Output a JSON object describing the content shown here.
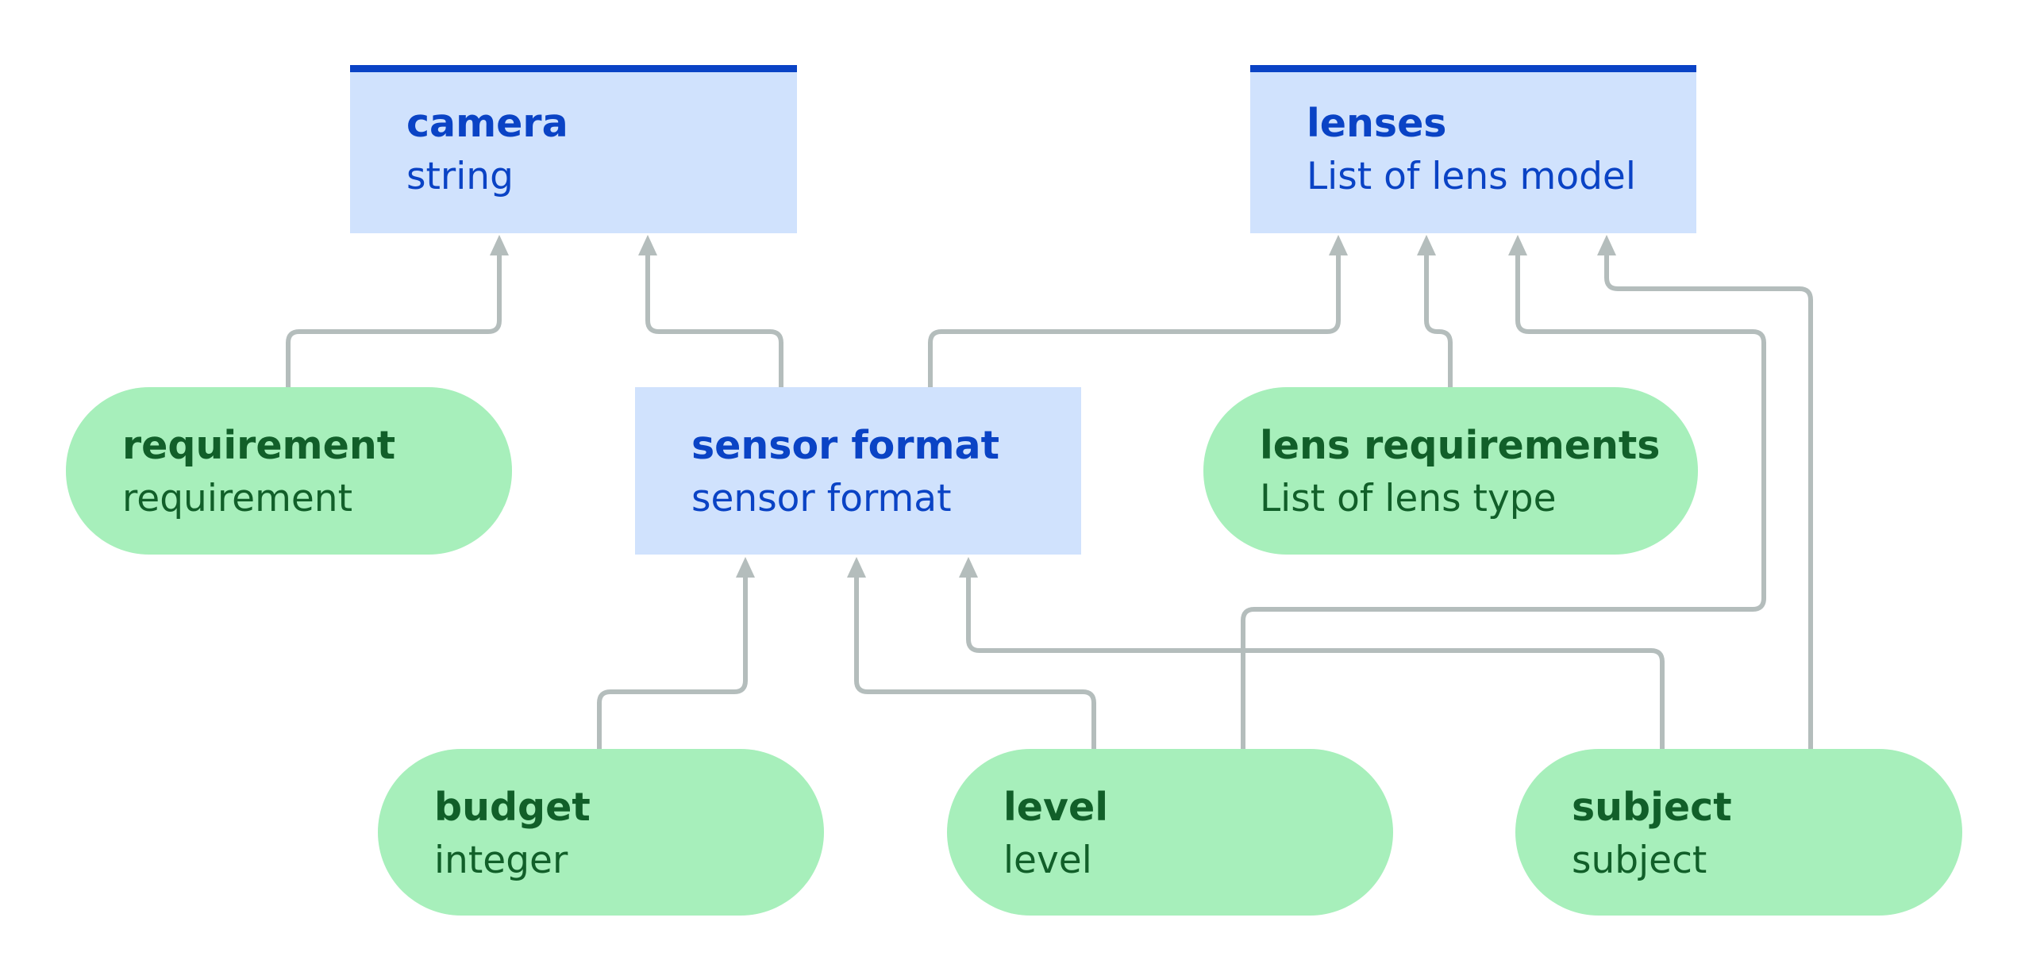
{
  "colors": {
    "output_fill": "#d0e2fd",
    "output_text": "#0a43c5",
    "input_fill": "#a7efbb",
    "input_text": "#115f29",
    "edge": "#b4bdbc"
  },
  "nodes": {
    "camera": {
      "name": "camera",
      "type": "string"
    },
    "lenses": {
      "name": "lenses",
      "type": "List of lens model"
    },
    "sensor_format": {
      "name": "sensor format",
      "type": "sensor format"
    },
    "requirement": {
      "name": "requirement",
      "type": "requirement"
    },
    "lens_requirements": {
      "name": "lens requirements",
      "type": "List of lens type"
    },
    "budget": {
      "name": "budget",
      "type": "integer"
    },
    "level": {
      "name": "level",
      "type": "level"
    },
    "subject": {
      "name": "subject",
      "type": "subject"
    }
  },
  "edges": [
    {
      "from": "requirement",
      "to": "camera"
    },
    {
      "from": "sensor_format",
      "to": "camera"
    },
    {
      "from": "sensor_format",
      "to": "lenses"
    },
    {
      "from": "lens_requirements",
      "to": "lenses"
    },
    {
      "from": "level",
      "to": "lenses"
    },
    {
      "from": "subject",
      "to": "lenses"
    },
    {
      "from": "budget",
      "to": "sensor_format"
    },
    {
      "from": "level",
      "to": "sensor_format"
    },
    {
      "from": "subject",
      "to": "sensor_format"
    }
  ]
}
